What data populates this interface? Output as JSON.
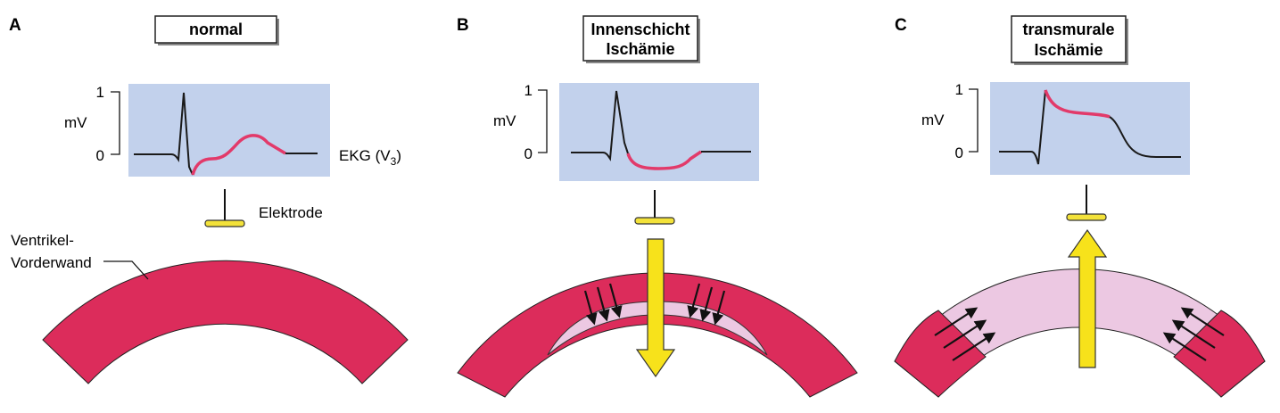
{
  "panels": [
    {
      "letter": "A",
      "title_lines": [
        "normal"
      ],
      "y_unit": "mV",
      "y_top": "1",
      "y_zero": "0"
    },
    {
      "letter": "B",
      "title_lines": [
        "Innenschicht",
        "Ischämie"
      ],
      "y_unit": "mV",
      "y_top": "1",
      "y_zero": "0"
    },
    {
      "letter": "C",
      "title_lines": [
        "transmurale",
        "Ischämie"
      ],
      "y_unit": "mV",
      "y_top": "1",
      "y_zero": "0"
    }
  ],
  "labels": {
    "ekg_prefix": "EKG (V",
    "ekg_sub": "3",
    "ekg_suffix": ")",
    "electrode": "Elektrode",
    "wall_line1": "Ventrikel-",
    "wall_line2": "Vorderwand"
  },
  "colors": {
    "plot_bg": "#c2d1ec",
    "wall": "#dc2c5b",
    "ischemia": "#ecc8e2",
    "trace": "#1a1a1a",
    "trace_highlight": "#e23a6a",
    "arrow_yellow": "#f7e21b",
    "electrode": "#f3e23a"
  }
}
